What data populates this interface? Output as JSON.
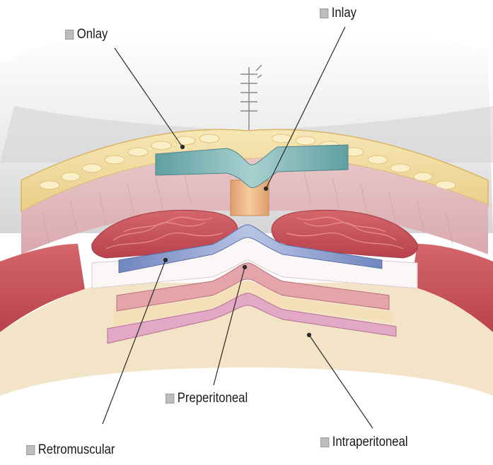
{
  "labels": {
    "onlay": "Onlay",
    "inlay": "Inlay",
    "preperitoneal": "Preperitoneal",
    "retromuscular": "Retromuscular",
    "intraperitoneal": "Intraperitoneal"
  },
  "icons": {
    "label_bullet": "square-bullet-icon"
  },
  "colors": {
    "skin": "#e9e9ea",
    "fat": "#efd9a0",
    "fat_lobules": "#f6e6b4",
    "fascia": "#e2b9bd",
    "muscle": "#c9525a",
    "muscle_fiber": "#e58a88",
    "onlay_mesh": "#7fb3b4",
    "inlay_mesh": "#e7b482",
    "retromuscular_mesh": "#8fa3cf",
    "preperitoneal_layer": "#d98f98",
    "peritoneum_layer": "#d7a4c0",
    "deep_tissue": "#f1dfbf"
  }
}
